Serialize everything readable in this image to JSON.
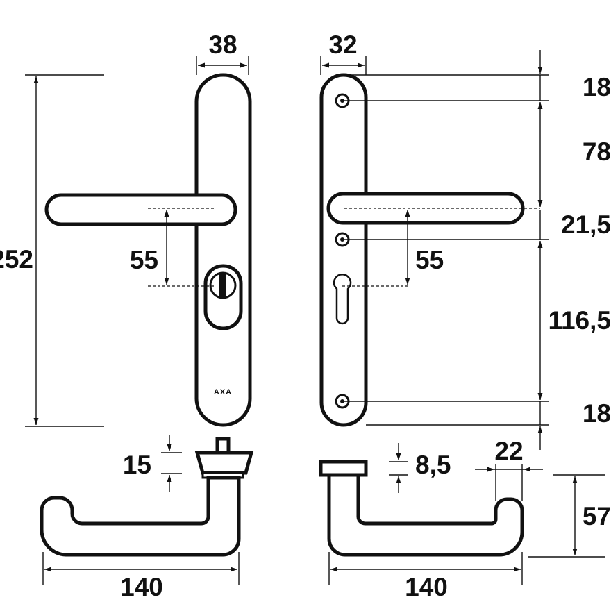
{
  "diagram": {
    "brand_mark": "AXA",
    "dimensions": {
      "height_left": "252",
      "width_left_plate": "38",
      "width_right_plate": "32",
      "lever_offset_left": "55",
      "lever_offset_right": "55",
      "top_margin": "18",
      "hole_to_lever": "78",
      "lever_to_hole": "21,5",
      "hole_to_hole": "116,5",
      "bottom_margin": "18",
      "rose_height": "15",
      "flange_height": "8,5",
      "lever_diameter": "22",
      "projection": "57",
      "lever_length_left": "140",
      "lever_length_right": "140"
    }
  },
  "colors": {
    "ink": "#111111",
    "background": "#ffffff"
  }
}
